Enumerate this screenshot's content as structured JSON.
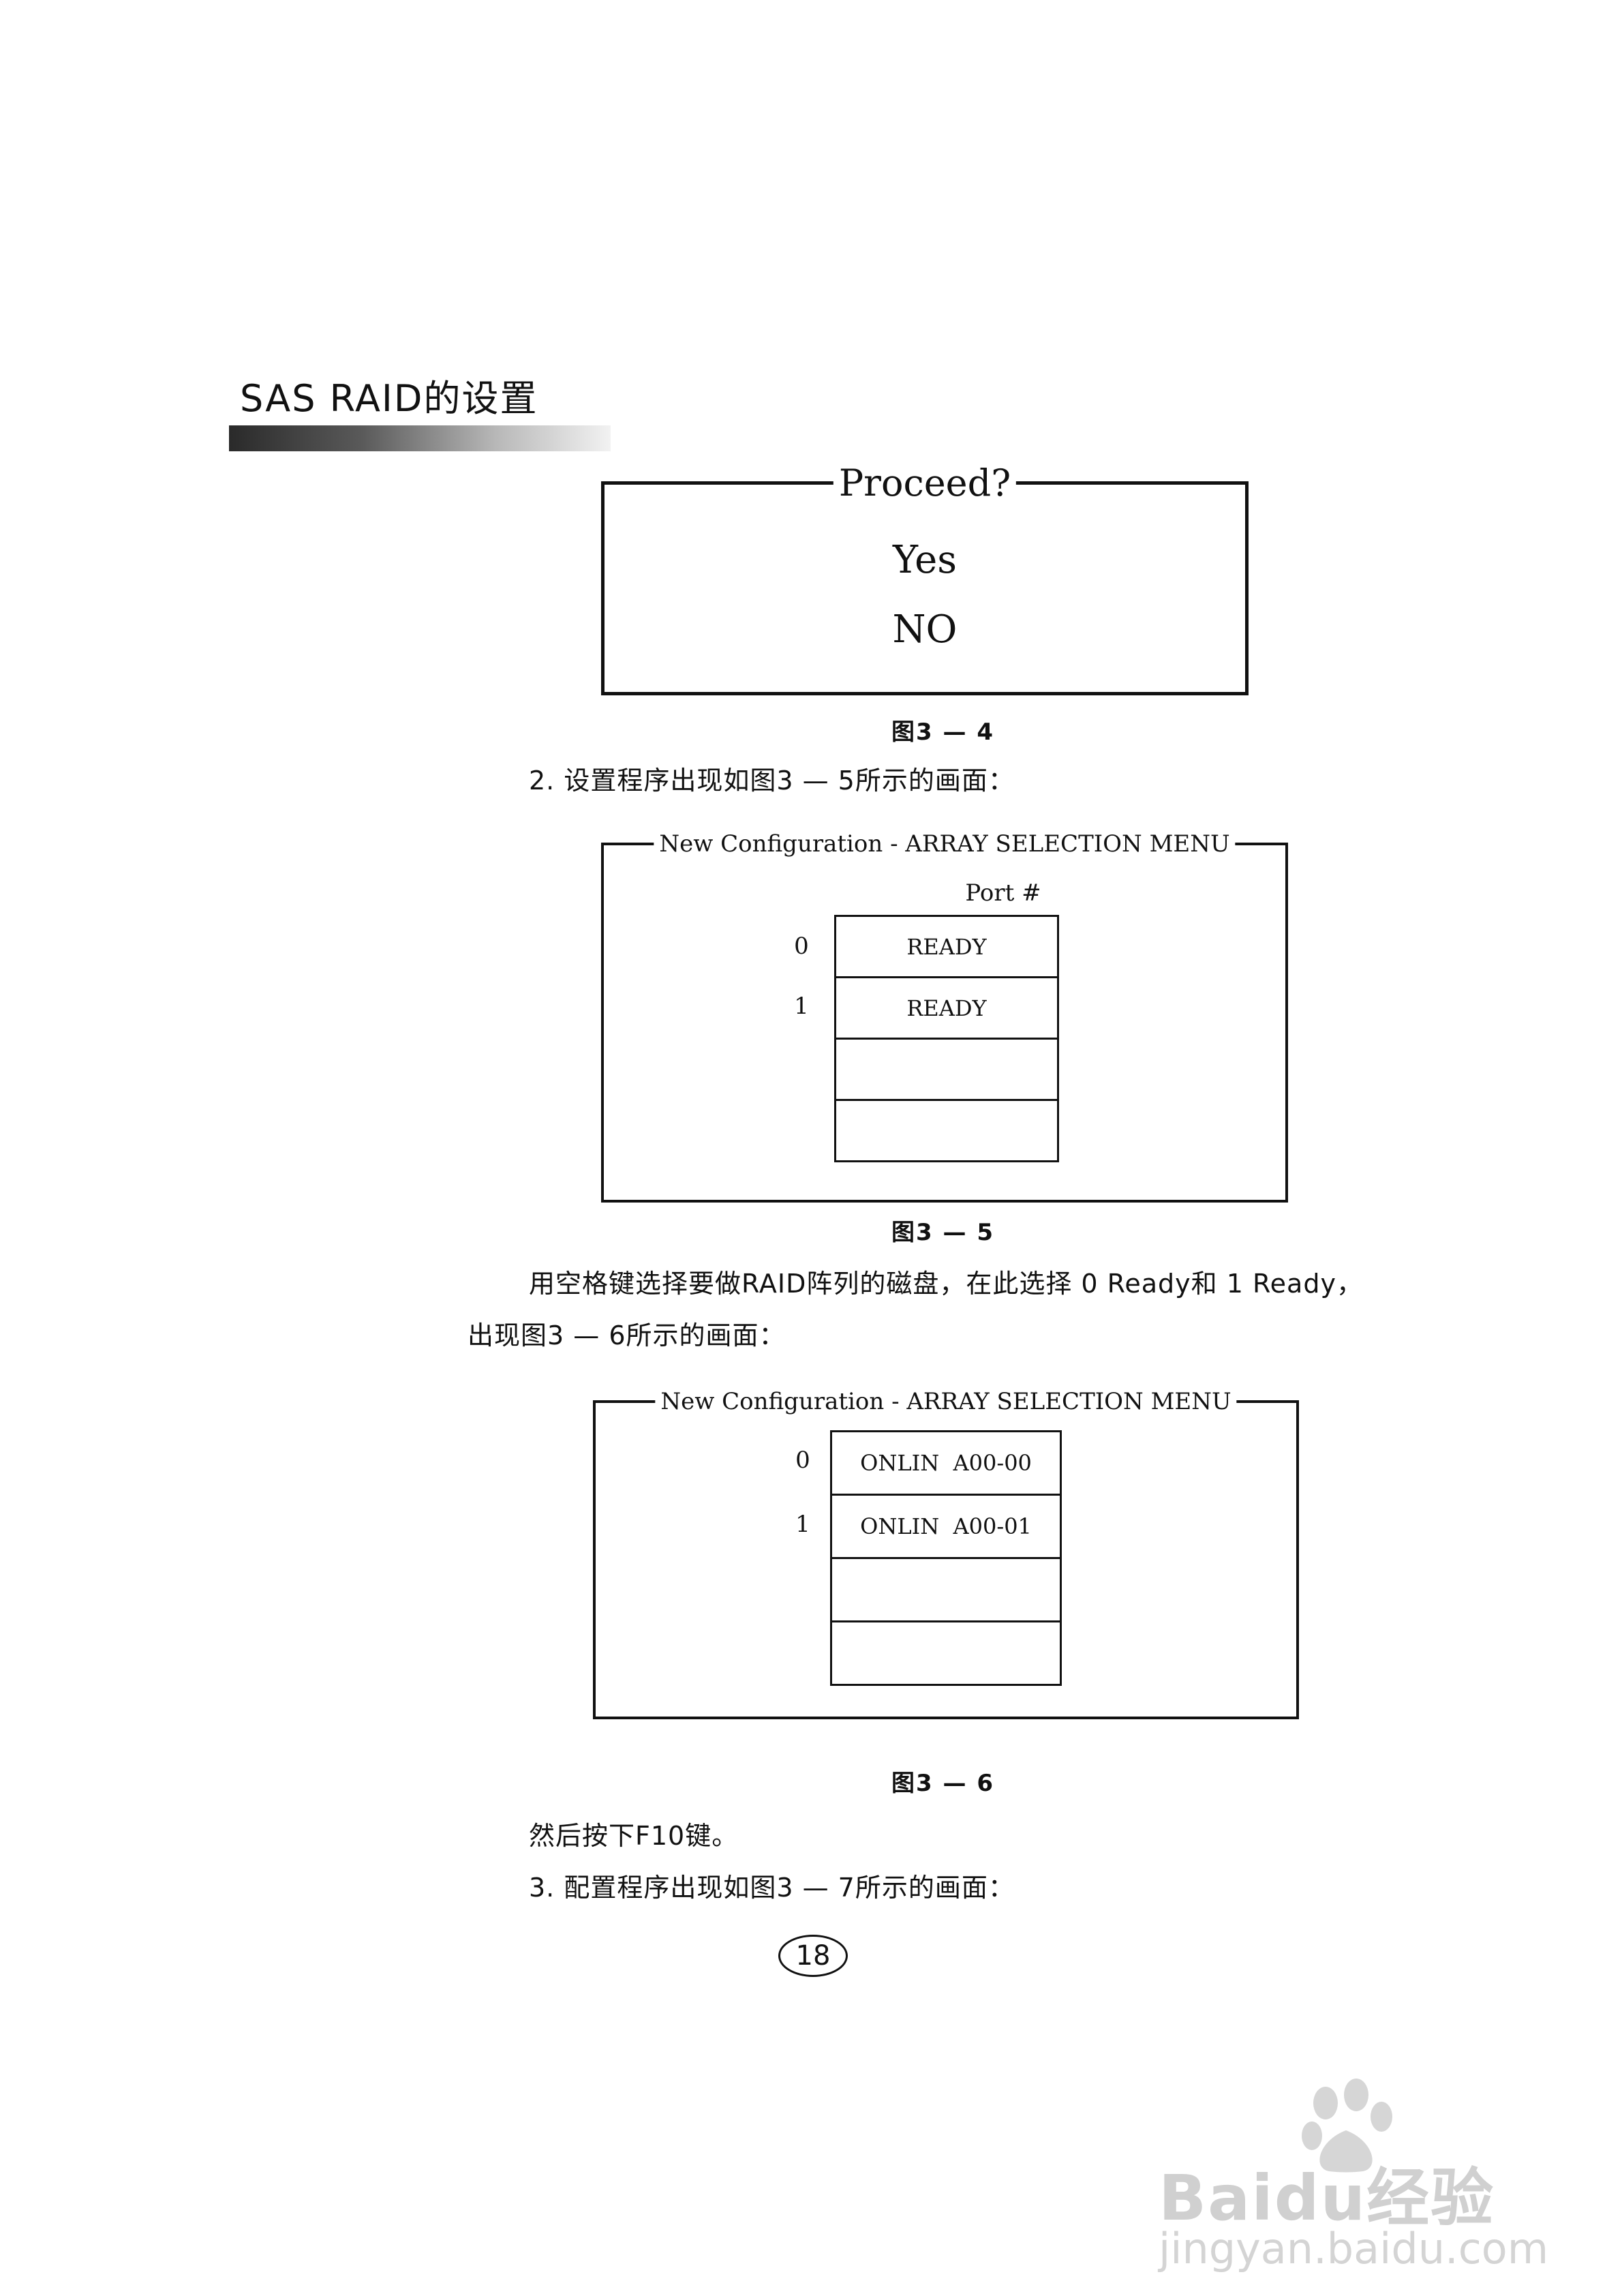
{
  "section_title": "SAS RAID的设置",
  "fig34": {
    "legend": "Proceed?",
    "options": [
      "Yes",
      "NO"
    ],
    "caption": "图3 — 4"
  },
  "step2": "2.  设置程序出现如图3 — 5所示的画面：",
  "fig35": {
    "legend": "New Configuration - ARRAY SELECTION MENU",
    "column_header": "Port #",
    "ports": [
      "0",
      "1"
    ],
    "slots": [
      "READY",
      "READY",
      "",
      ""
    ],
    "caption": "图3 — 5"
  },
  "para_select_line1": "用空格键选择要做RAID阵列的磁盘，在此选择 0 Ready和 1 Ready，",
  "para_select_line2": "出现图3 — 6所示的画面：",
  "fig36": {
    "legend": "New Configuration - ARRAY SELECTION MENU",
    "ports": [
      "0",
      "1"
    ],
    "slots": [
      "ONLIN  A00-00",
      "ONLIN  A00-01",
      "",
      ""
    ],
    "caption": "图3 — 6"
  },
  "para_f10": "然后按下F10键。",
  "step3": "3.  配置程序出现如图3 — 7所示的画面：",
  "page_number": "18",
  "watermark": {
    "brand": "Baidu经验",
    "url": "jingyan.baidu.com"
  }
}
